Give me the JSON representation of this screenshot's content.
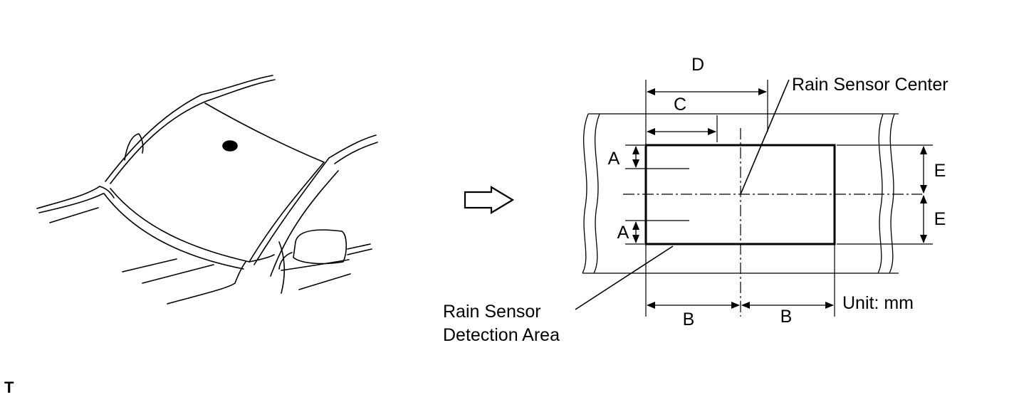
{
  "labels": {
    "a_top": "A",
    "a_bottom": "A",
    "b_left": "B",
    "b_right": "B",
    "c": "C",
    "d": "D",
    "e_top": "E",
    "e_bottom": "E",
    "rain_sensor_center": "Rain Sensor Center",
    "detection_area_line1": "Rain Sensor",
    "detection_area_line2": "Detection Area",
    "unit": "Unit: mm"
  },
  "corner_code": "T",
  "icons": {
    "arrow": "right-arrow-icon",
    "car": "car-windshield-illustration"
  },
  "colors": {
    "line": "#000000",
    "background": "#ffffff"
  }
}
